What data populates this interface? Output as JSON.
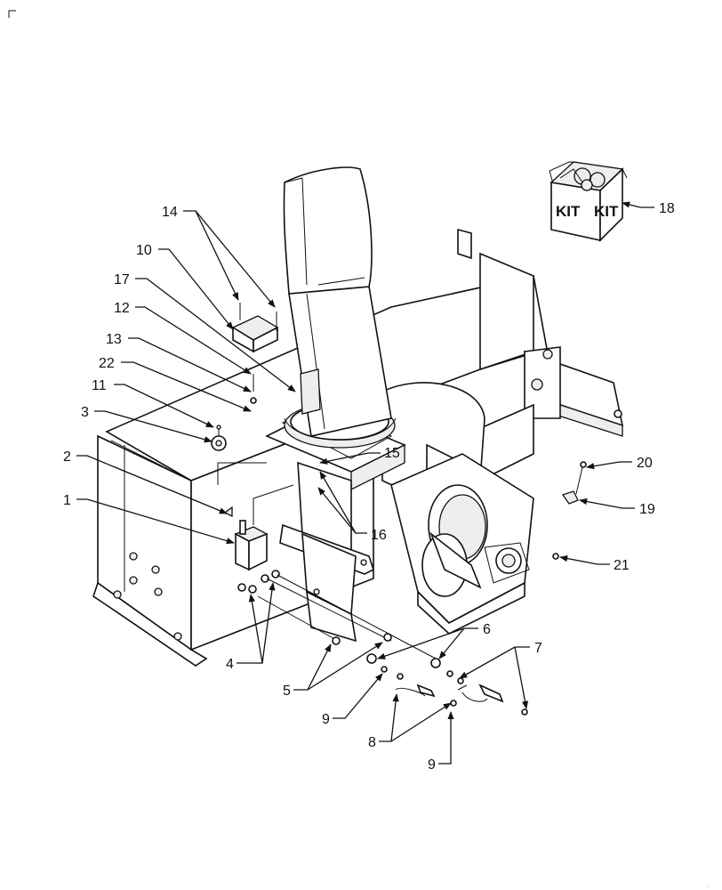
{
  "diagram": {
    "kit_labels": [
      "KIT",
      "KIT"
    ],
    "callouts": [
      {
        "id": "c1",
        "text": "1"
      },
      {
        "id": "c2",
        "text": "2"
      },
      {
        "id": "c3",
        "text": "3"
      },
      {
        "id": "c4",
        "text": "4"
      },
      {
        "id": "c5",
        "text": "5"
      },
      {
        "id": "c6",
        "text": "6"
      },
      {
        "id": "c7",
        "text": "7"
      },
      {
        "id": "c8",
        "text": "8"
      },
      {
        "id": "c9a",
        "text": "9"
      },
      {
        "id": "c9b",
        "text": "9"
      },
      {
        "id": "c10",
        "text": "10"
      },
      {
        "id": "c11",
        "text": "11"
      },
      {
        "id": "c12",
        "text": "12"
      },
      {
        "id": "c13",
        "text": "13"
      },
      {
        "id": "c14",
        "text": "14"
      },
      {
        "id": "c15",
        "text": "15"
      },
      {
        "id": "c16",
        "text": "16"
      },
      {
        "id": "c17",
        "text": "17"
      },
      {
        "id": "c18",
        "text": "18"
      },
      {
        "id": "c19",
        "text": "19"
      },
      {
        "id": "c20",
        "text": "20"
      },
      {
        "id": "c21",
        "text": "21"
      },
      {
        "id": "c22",
        "text": "22"
      }
    ]
  }
}
